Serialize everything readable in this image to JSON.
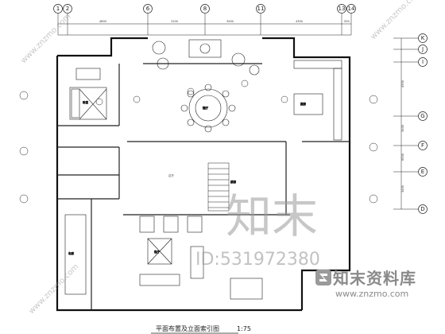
{
  "grid": {
    "top_labels": [
      "1",
      "2",
      "6",
      "8",
      "11",
      "13",
      "14"
    ],
    "right_labels": [
      "K",
      "J",
      "I",
      "G",
      "F",
      "E",
      "D"
    ],
    "top_dimensions": [
      "4800",
      "3100",
      "3000",
      "4300",
      "500"
    ],
    "right_dimensions": [
      "4500",
      "3400",
      "6500",
      "3400"
    ]
  },
  "rooms": [
    {
      "key": "bedroom",
      "label": "卧室"
    },
    {
      "key": "dining",
      "label": "餐厅"
    },
    {
      "key": "kitchen",
      "label": "厨房"
    },
    {
      "key": "hall",
      "label": "过厅"
    },
    {
      "key": "stair",
      "label": "楼梯"
    },
    {
      "key": "living",
      "label": "客厅"
    },
    {
      "key": "garage",
      "label": "车库"
    }
  ],
  "watermark": {
    "big_text": "知末",
    "id_text": "ID:531972380",
    "diagonal_text": "www.znzmo.com"
  },
  "brand": {
    "name": "知末资料库",
    "url": "www.znzmo.com"
  },
  "title": {
    "text": "平面布置及立面索引图",
    "scale": "1:75"
  },
  "colors": {
    "line": "#222222",
    "watermark": "#9a9a9a",
    "background": "#ffffff"
  }
}
